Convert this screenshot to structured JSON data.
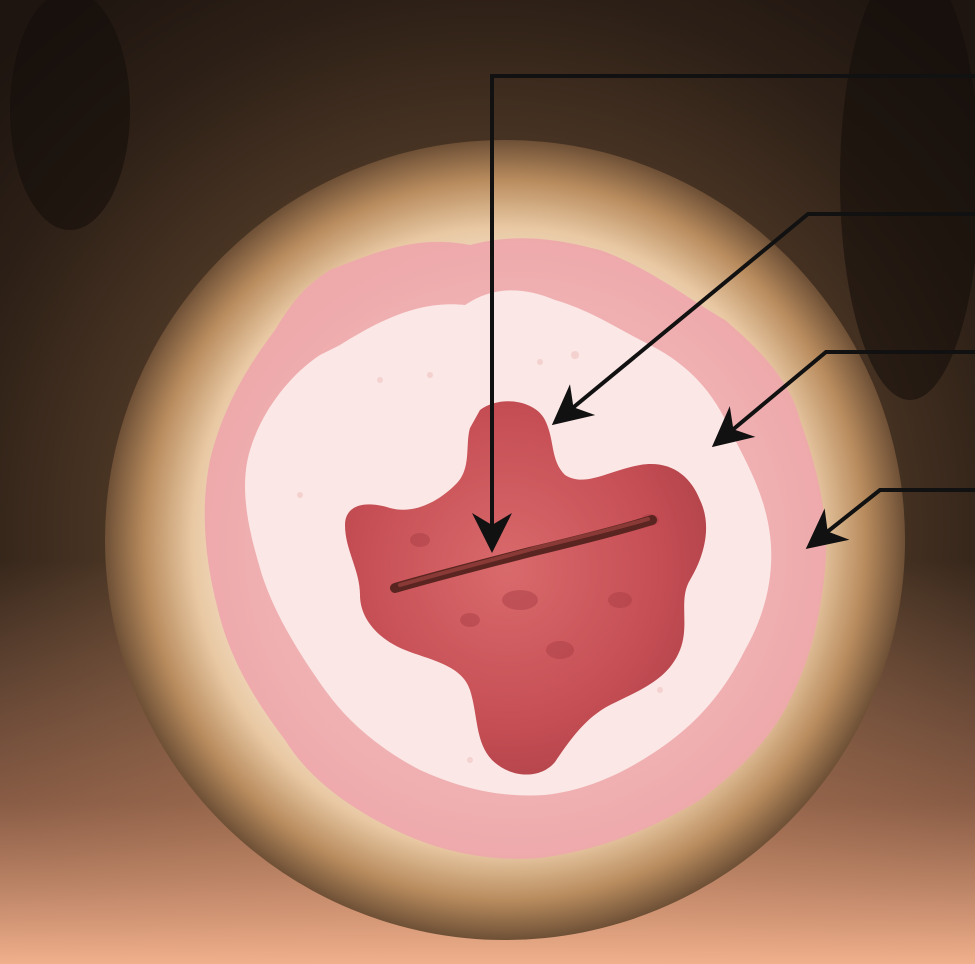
{
  "illustration": {
    "subject": "cervix",
    "layers": [
      "surrounding-tissue",
      "cervix-surface",
      "outer-pink-zone",
      "inner-pale-zone",
      "red-ectropion-zone",
      "external-os"
    ],
    "colors": {
      "background_dark": "#3a2a1e",
      "background_light": "#e8a480",
      "cervix_outer": "#c99a6a",
      "cervix_surface": "#f7e6d4",
      "pink_zone": "#f1b7b8",
      "pale_zone": "#fbe7e5",
      "red_zone": "#c85459",
      "red_zone_dark": "#a63c43",
      "os": "#5a2420",
      "leader_line": "#111111"
    }
  },
  "pointers": [
    {
      "id": "pointer-1",
      "target": "external-os"
    },
    {
      "id": "pointer-2",
      "target": "red-ectropion-zone"
    },
    {
      "id": "pointer-3",
      "target": "inner-pale-zone"
    },
    {
      "id": "pointer-4",
      "target": "outer-pink-zone"
    }
  ]
}
